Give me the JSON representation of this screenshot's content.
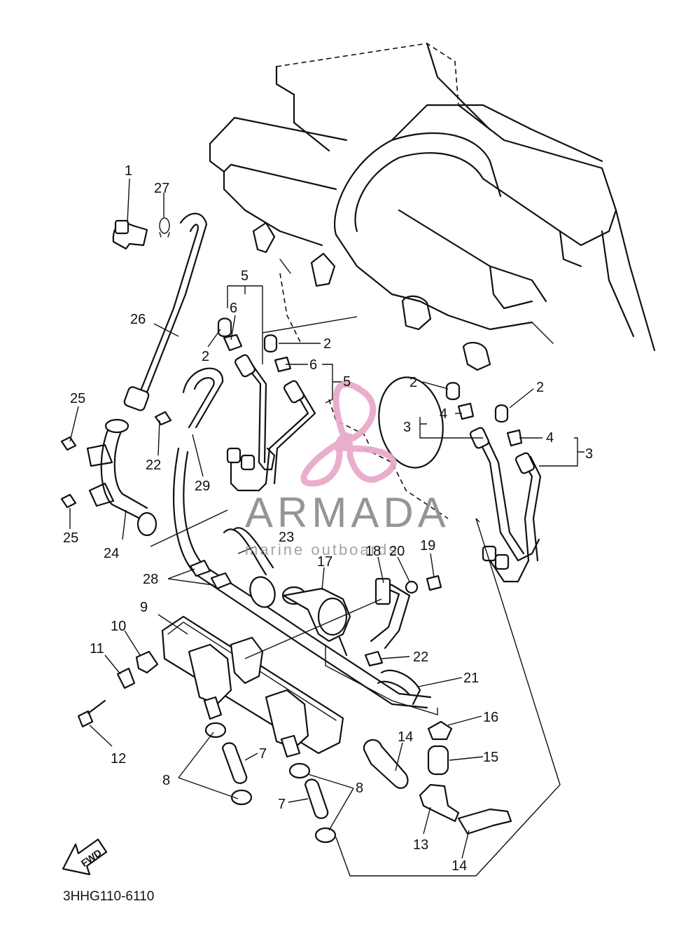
{
  "diagram": {
    "code": "3HHG110-6110",
    "fwd_label": "FWD",
    "watermark": {
      "brand": "ARMADA",
      "tagline": "marine outboards",
      "logo_color": "#e8a6c8",
      "text_color": "#8a8a8a"
    },
    "callouts": {
      "c1": "1",
      "c2a": "2",
      "c2b": "2",
      "c2c": "2",
      "c2d": "2",
      "c3a": "3",
      "c3b": "3",
      "c4a": "4",
      "c4b": "4",
      "c5a": "5",
      "c5b": "5",
      "c6a": "6",
      "c6b": "6",
      "c7a": "7",
      "c7b": "7",
      "c8a": "8",
      "c8b": "8",
      "c9": "9",
      "c10": "10",
      "c11": "11",
      "c12": "12",
      "c13": "13",
      "c14a": "14",
      "c14b": "14",
      "c15": "15",
      "c16": "16",
      "c17": "17",
      "c18": "18",
      "c19": "19",
      "c20": "20",
      "c21": "21",
      "c22a": "22",
      "c22b": "22",
      "c23": "23",
      "c24": "24",
      "c25a": "25",
      "c25b": "25",
      "c26": "26",
      "c27": "27",
      "c28": "28",
      "c29": "29"
    }
  }
}
